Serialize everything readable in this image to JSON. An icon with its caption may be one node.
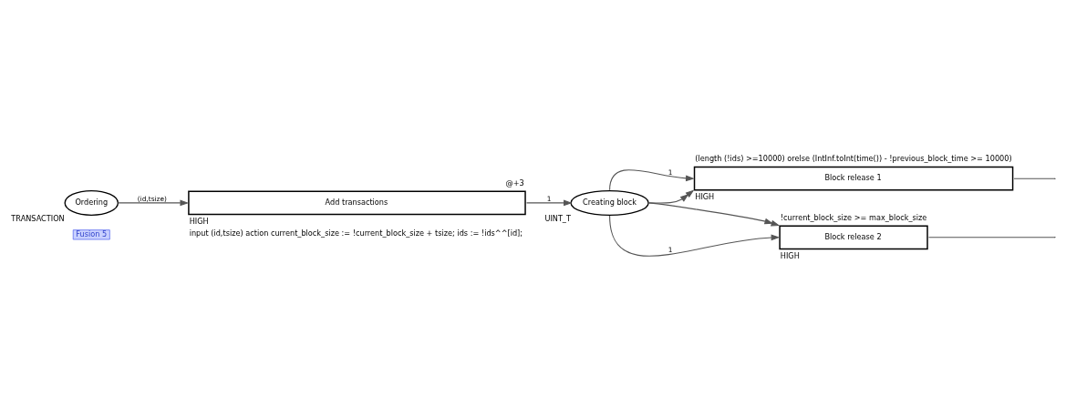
{
  "diagram": {
    "nodes": [
      {
        "text": [
          "Ordering"
        ],
        "beside": [
          "Fusion 5",
          "TRANSACTION"
        ]
      },
      {
        "text": [
          "Add transactions"
        ],
        "beside": [
          "@+3",
          "HIGH",
          "input (id,tsize) action current_block_size := !current_block_size + tsize; ids := !ids^^[id];"
        ]
      },
      {
        "text": [
          "Creating block"
        ],
        "beside": [
          "UINT_T"
        ]
      },
      {
        "text": [
          "Block release 1"
        ],
        "beside": [
          "(length (!ids) >=10000) orelse (IntInf.toInt(time()) - !previous_block_time >= 10000)",
          "HIGH"
        ]
      },
      {
        "text": [
          "Block release 2"
        ],
        "beside": [
          "!current_block_size >= max_block_size",
          "HIGH"
        ]
      }
    ],
    "edges": [
      {
        "from": 0,
        "to": 1,
        "arrow": "to",
        "label": "(id,tsize)"
      },
      {
        "from": 1,
        "to": 2,
        "arrow": "to",
        "label": "1"
      },
      {
        "from": 2,
        "to": 3,
        "arrow": "to",
        "label": "1"
      },
      {
        "from": 2,
        "to": 3,
        "arrow": "to"
      },
      {
        "from": 2,
        "to": 4,
        "arrow": "to",
        "label": "1"
      },
      {
        "from": 2,
        "to": 4,
        "arrow": "to"
      },
      {
        "from": 3,
        "to": null,
        "arrow": "none"
      },
      {
        "from": 4,
        "to": null,
        "arrow": "none"
      }
    ]
  }
}
